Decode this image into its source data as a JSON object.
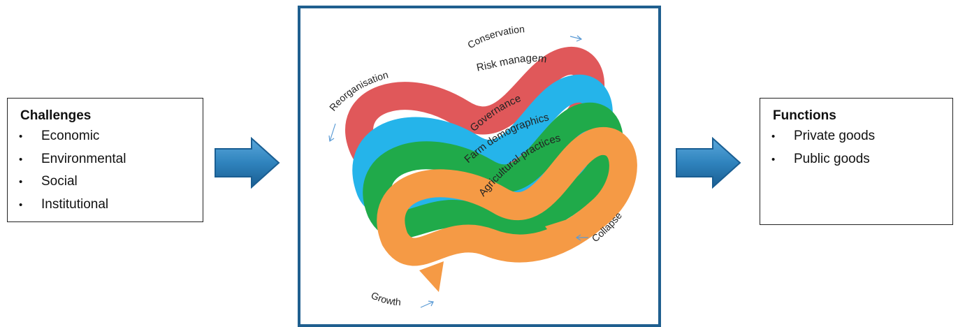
{
  "challenges": {
    "title": "Challenges",
    "items": [
      "Economic",
      "Environmental",
      "Social",
      "Institutional"
    ]
  },
  "functions": {
    "title": "Functions",
    "items": [
      "Private goods",
      "Public goods"
    ]
  },
  "cycle": {
    "phases": {
      "conservation": "Conservation",
      "reorganisation": "Reorganisation",
      "collapse": "Collapse",
      "growth": "Growth"
    },
    "loops": {
      "risk_management": "Risk management",
      "governance": "Governance",
      "farm_demographics": "Farm demographics",
      "agricultural_practices": "Agricultural practices"
    }
  },
  "colors": {
    "risk_management": "#e0585a",
    "governance": "#25b4ea",
    "farm_demographics": "#20aa4a",
    "agricultural_practices": "#f59a45",
    "arrow_fill": "#2f83bd",
    "arrow_dark": "#1a5e92",
    "panel_border": "#1f5f8f",
    "phase_arrow": "#5b9bd5"
  }
}
